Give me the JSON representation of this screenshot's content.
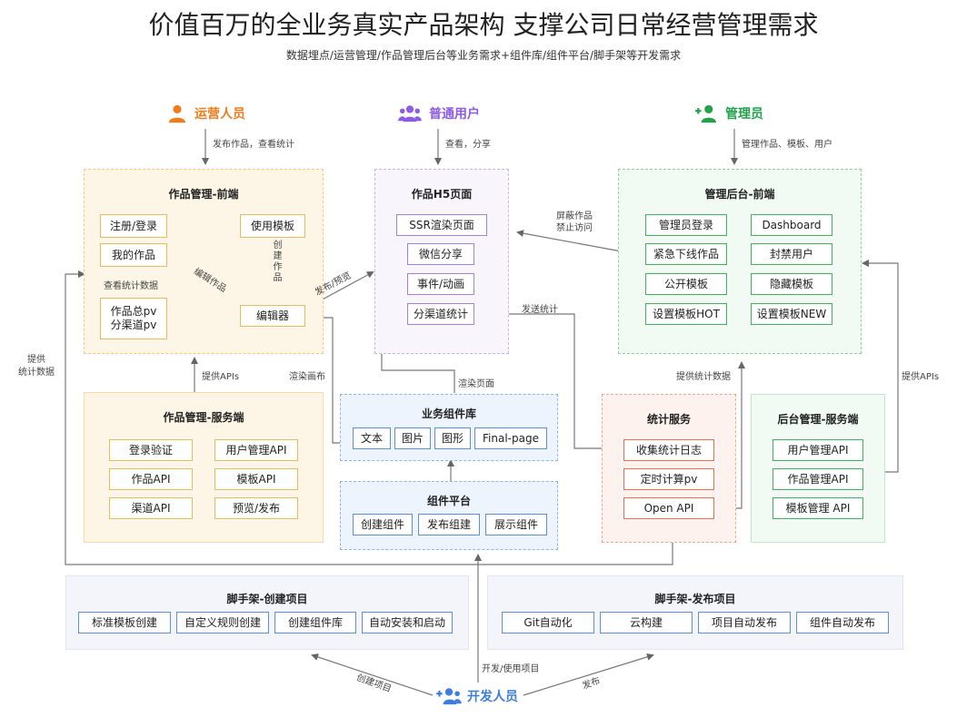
{
  "header": {
    "title": "价值百万的全业务真实产品架构 支撑公司日常经营管理需求",
    "subtitle": "数据埋点/运营管理/作品管理后台等业务需求+组件库/组件平台/脚手架等开发需求"
  },
  "actors": {
    "ops": {
      "label": "运营人员",
      "icon": "person-icon",
      "color": "#f07c1b",
      "edge": "发布作品，查看统计"
    },
    "user": {
      "label": "普通用户",
      "icon": "group-icon",
      "color": "#8e5be8",
      "edge": "查看，分享"
    },
    "admin": {
      "label": "管理员",
      "icon": "person-add-icon",
      "color": "#22a24a",
      "edge": "管理作品、模板、用户"
    },
    "dev": {
      "label": "开发人员",
      "icon": "group-add-icon",
      "color": "#3c7de0"
    }
  },
  "work_frontend": {
    "title": "作品管理-前端",
    "items": [
      "注册/登录",
      "我的作品",
      "作品总pv\n分渠道pv",
      "使用模板",
      "编辑器"
    ],
    "labels": {
      "view_stats": "查看统计数据",
      "create": "创建作品",
      "edit": "编辑作品",
      "publish": "发布/预览"
    }
  },
  "h5": {
    "title": "作品H5页面",
    "items": [
      "SSR渲染页面",
      "微信分享",
      "事件/动画",
      "分渠道统计"
    ],
    "labels": {
      "send_stats": "发送统计",
      "render_page": "渲染页面"
    }
  },
  "admin_frontend": {
    "title": "管理后台-前端",
    "items": [
      "管理员登录",
      "Dashboard",
      "紧急下线作品",
      "封禁用户",
      "公开模板",
      "隐藏模板",
      "设置模板HOT",
      "设置模板NEW"
    ],
    "labels": {
      "block": "屏蔽作品\n禁止访问"
    }
  },
  "work_backend": {
    "title": "作品管理-服务端",
    "items": [
      "登录验证",
      "用户管理API",
      "作品API",
      "模板API",
      "渠道API",
      "预览/发布"
    ],
    "labels": {
      "provide_apis": "提供APIs",
      "render_canvas": "渲染画布",
      "provide_stats": "提供\n统计数据"
    }
  },
  "component_lib": {
    "title": "业务组件库",
    "items": [
      "文本",
      "图片",
      "图形",
      "Final-page"
    ]
  },
  "component_platform": {
    "title": "组件平台",
    "items": [
      "创建组件",
      "发布组建",
      "展示组件"
    ]
  },
  "stats_service": {
    "title": "统计服务",
    "items": [
      "收集统计日志",
      "定时计算pv",
      "Open API"
    ],
    "labels": {
      "provide_stats": "提供统计数据"
    }
  },
  "admin_backend": {
    "title": "后台管理-服务端",
    "items": [
      "用户管理API",
      "作品管理API",
      "模板管理 API"
    ],
    "labels": {
      "provide_apis": "提供APIs"
    }
  },
  "scaffold_create": {
    "title": "脚手架-创建项目",
    "items": [
      "标准模板创建",
      "自定义规则创建",
      "创建组件库",
      "自动安装和启动"
    ]
  },
  "scaffold_publish": {
    "title": "脚手架-发布项目",
    "items": [
      "Git自动化",
      "云构建",
      "项目自动发布",
      "组件自动发布"
    ]
  },
  "dev_labels": {
    "create": "创建项目",
    "dev_use": "开发/使用项目",
    "publish": "发布"
  }
}
